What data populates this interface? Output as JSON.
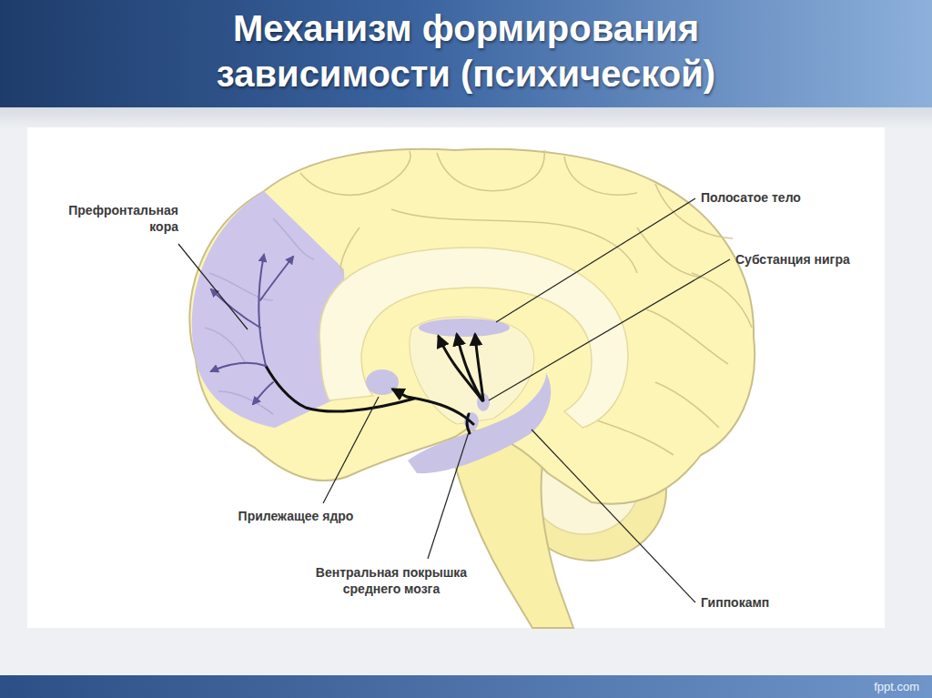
{
  "diagram": {
    "title": "Механизм формирования зависимости (психической)",
    "labels": [
      "Префронтальная кора",
      "Полосатое тело",
      "Субстанция нигра",
      "Прилежащее ядро",
      "Вентральная покрышка среднего мозга",
      "Гиппокамп",
      "fppt.com"
    ]
  }
}
